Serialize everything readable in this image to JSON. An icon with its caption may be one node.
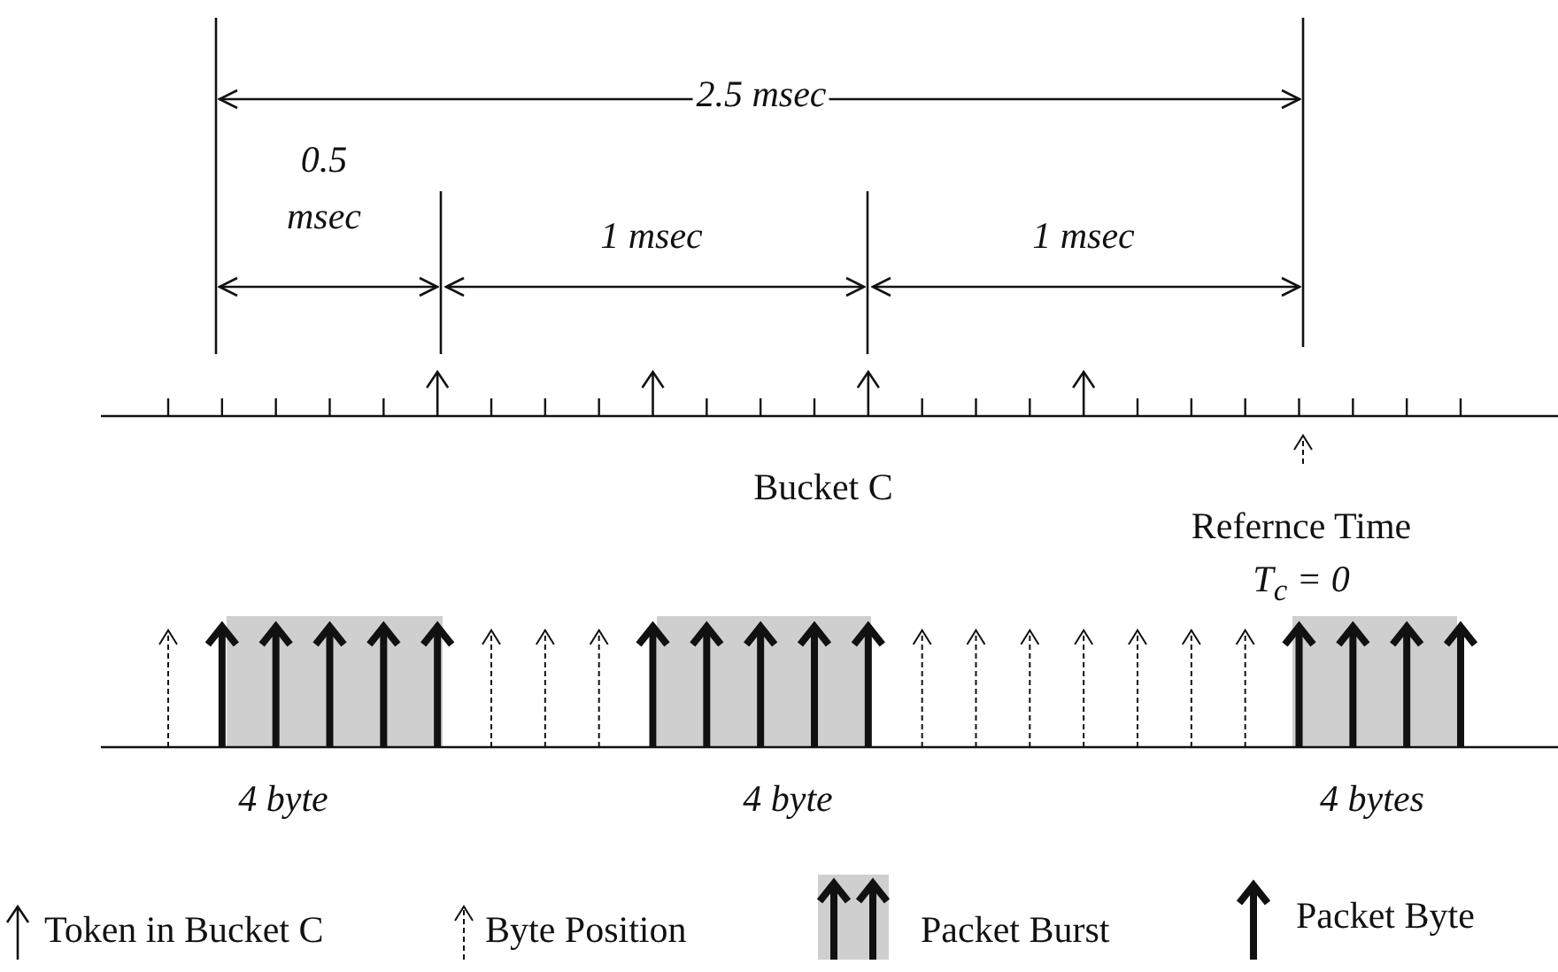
{
  "diagram": {
    "labels": [
      "2.5 msec",
      "0.5 msec",
      "1 msec",
      "1 msec",
      "Bucket C",
      "Refernce Time",
      "T$_{c}$ = 0",
      "4 byte",
      "4 byte",
      "4 bytes"
    ],
    "legend": [
      {
        "text": "Token in Bucket C"
      },
      {
        "text": "Byte Position"
      },
      {
        "text": "Packet Burst"
      },
      {
        "text": "Packet Byte"
      }
    ]
  }
}
